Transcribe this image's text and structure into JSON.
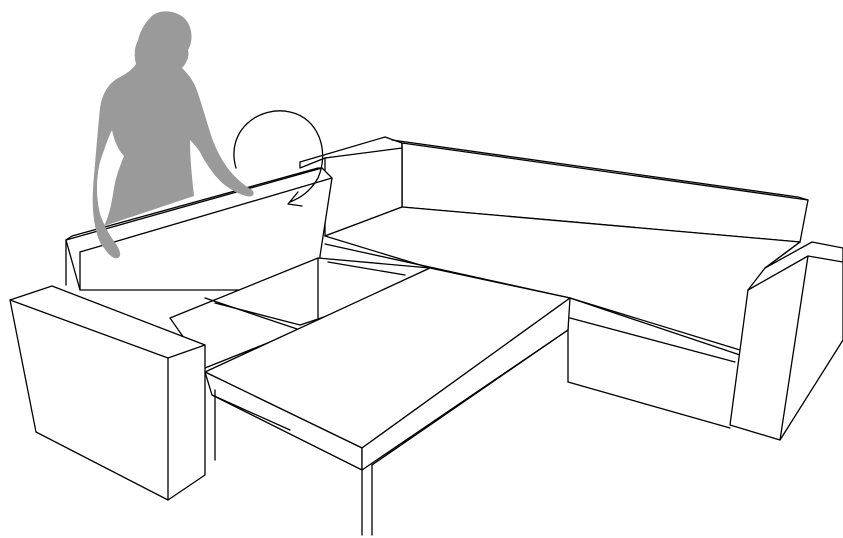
{
  "figure": {
    "subject": "corner-sofa-bed-unfolding",
    "colors": {
      "background": "#ffffff",
      "outline": "#000000",
      "person_silhouette": "#9a9a9a",
      "surface_fill": "#ffffff"
    },
    "icons": {
      "person": "person-silhouette",
      "motion": "rotation-arrow"
    }
  }
}
